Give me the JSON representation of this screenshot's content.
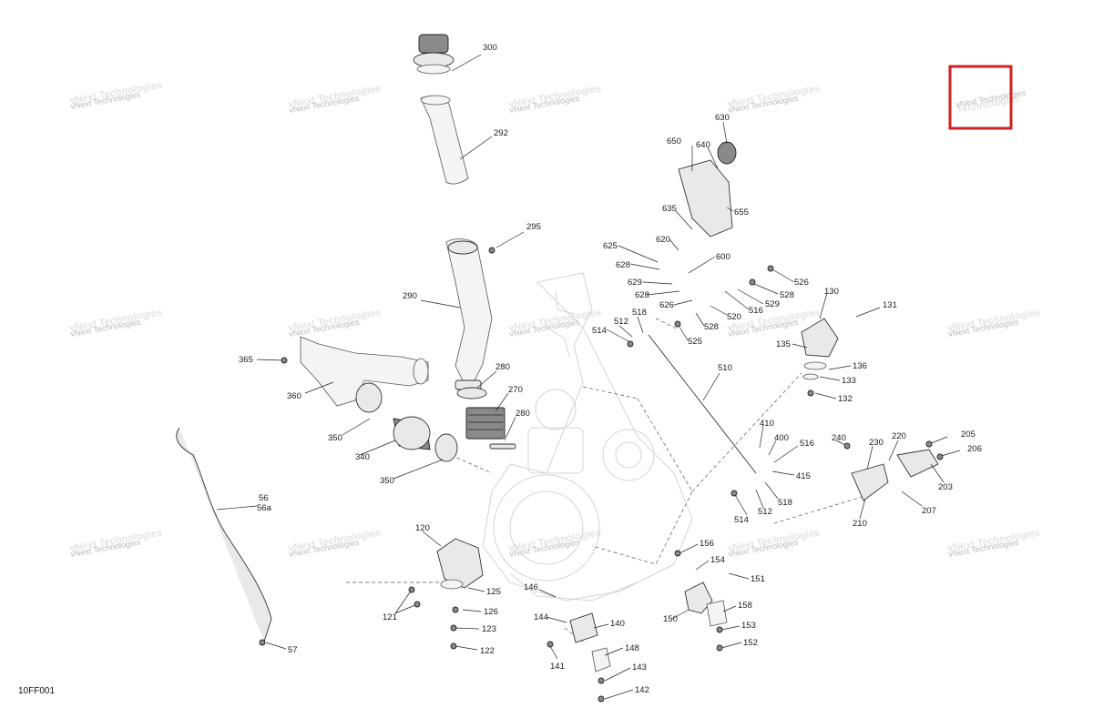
{
  "diagram_code": "10FF001",
  "watermark": {
    "line1": "vNext Technologies",
    "line2": "Technologies"
  },
  "highlight_color": "#d42020",
  "part_labels": {
    "p300": "300",
    "p292": "292",
    "p295": "295",
    "p290": "290",
    "p365": "365",
    "p360": "360",
    "p350a": "350",
    "p340": "340",
    "p350b": "350",
    "p280a": "280",
    "p270": "270",
    "p280b": "280",
    "p56": "56",
    "p56a": "56a",
    "p57": "57",
    "p630": "630",
    "p640": "640",
    "p650": "650",
    "p655": "655",
    "p635": "635",
    "p620": "620",
    "p625": "625",
    "p628a": "628",
    "p600": "600",
    "p629": "629",
    "p628b": "628",
    "p626": "626",
    "p526": "526",
    "p528a": "528",
    "p529": "529",
    "p516a": "516",
    "p520": "520",
    "p528b": "528",
    "p525": "525",
    "p514a": "514",
    "p512a": "512",
    "p518a": "518",
    "p510": "510",
    "p130": "130",
    "p131": "131",
    "p135": "135",
    "p136": "136",
    "p133": "133",
    "p132": "132",
    "p410": "410",
    "p400": "400",
    "p516b": "516",
    "p415": "415",
    "p518b": "518",
    "p512b": "512",
    "p514b": "514",
    "p240": "240",
    "p230": "230",
    "p220": "220",
    "p205": "205",
    "p206": "206",
    "p203": "203",
    "p207": "207",
    "p210": "210",
    "p120": "120",
    "p125": "125",
    "p121": "121",
    "p126": "126",
    "p123": "123",
    "p122": "122",
    "p146": "146",
    "p144": "144",
    "p140": "140",
    "p148": "148",
    "p141": "141",
    "p143": "143",
    "p142": "142",
    "p156": "156",
    "p154": "154",
    "p151": "151",
    "p150": "150",
    "p158": "158",
    "p153": "153",
    "p152": "152"
  }
}
